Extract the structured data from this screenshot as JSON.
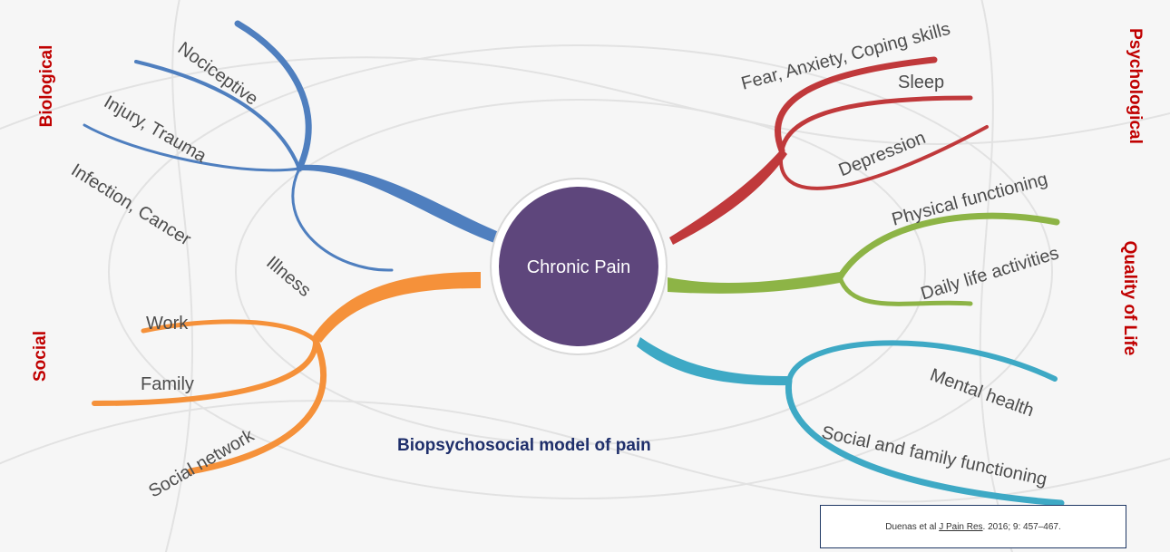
{
  "title": "Biopsychosocial model of pain",
  "center": "Chronic Pain",
  "categories": {
    "biological": "Biological",
    "psychological": "Psychological",
    "social": "Social",
    "quality_of_life": "Quality of Life"
  },
  "branches": {
    "biological": [
      "Nociceptive",
      "Injury, Trauma",
      "Infection, Cancer",
      "Illness"
    ],
    "psychological": [
      "Fear, Anxiety, Coping skills",
      "Sleep",
      "Depression"
    ],
    "quality_of_life": [
      "Physical functioning",
      "Daily life activities"
    ],
    "social": [
      "Work",
      "Family",
      "Social network"
    ],
    "mental": [
      "Mental health",
      "Social and family functioning"
    ]
  },
  "citation": {
    "authors": "Duenas et al",
    "journal": "J Pain Res",
    "details": ". 2016; 9: 457–467."
  },
  "colors": {
    "biological": "#4f7fbf",
    "psychological": "#c0393b",
    "quality_of_life": "#8db446",
    "social": "#f5913a",
    "mental": "#3ea9c5",
    "center": "#5e467c",
    "category_text": "#c00000",
    "title_text": "#1f2f6b"
  }
}
